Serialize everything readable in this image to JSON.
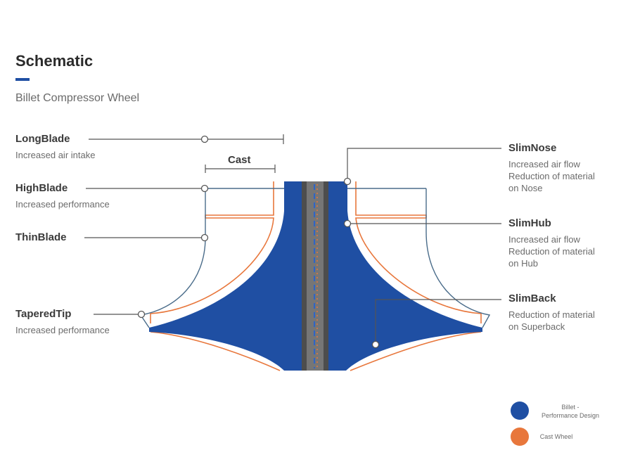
{
  "title": "Schematic",
  "subtitle": "Billet Compressor Wheel",
  "colors": {
    "billet": "#1f4fa3",
    "cast": "#e8773c",
    "line": "#555555"
  },
  "cast_dimension_label": "Cast",
  "callouts_left": [
    {
      "label": "LongBlade",
      "description": [
        "Increased air intake"
      ]
    },
    {
      "label": "HighBlade",
      "description": [
        "Increased performance"
      ]
    },
    {
      "label": "ThinBlade",
      "description": []
    },
    {
      "label": "TaperedTip",
      "description": [
        "Increased performance"
      ]
    }
  ],
  "callouts_right": [
    {
      "label": "SlimNose",
      "description": [
        "Increased air flow",
        "Reduction of material",
        "on Nose"
      ]
    },
    {
      "label": "SlimHub",
      "description": [
        "Increased air flow",
        "Reduction of material",
        "on Hub"
      ]
    },
    {
      "label": "SlimBack",
      "description": [
        "Reduction of material",
        "on Superback"
      ]
    }
  ],
  "legend": [
    {
      "label_line1": "Billet -",
      "label_line2": "Performance Design"
    },
    {
      "label_line1": "Cast Wheel",
      "label_line2": ""
    }
  ]
}
